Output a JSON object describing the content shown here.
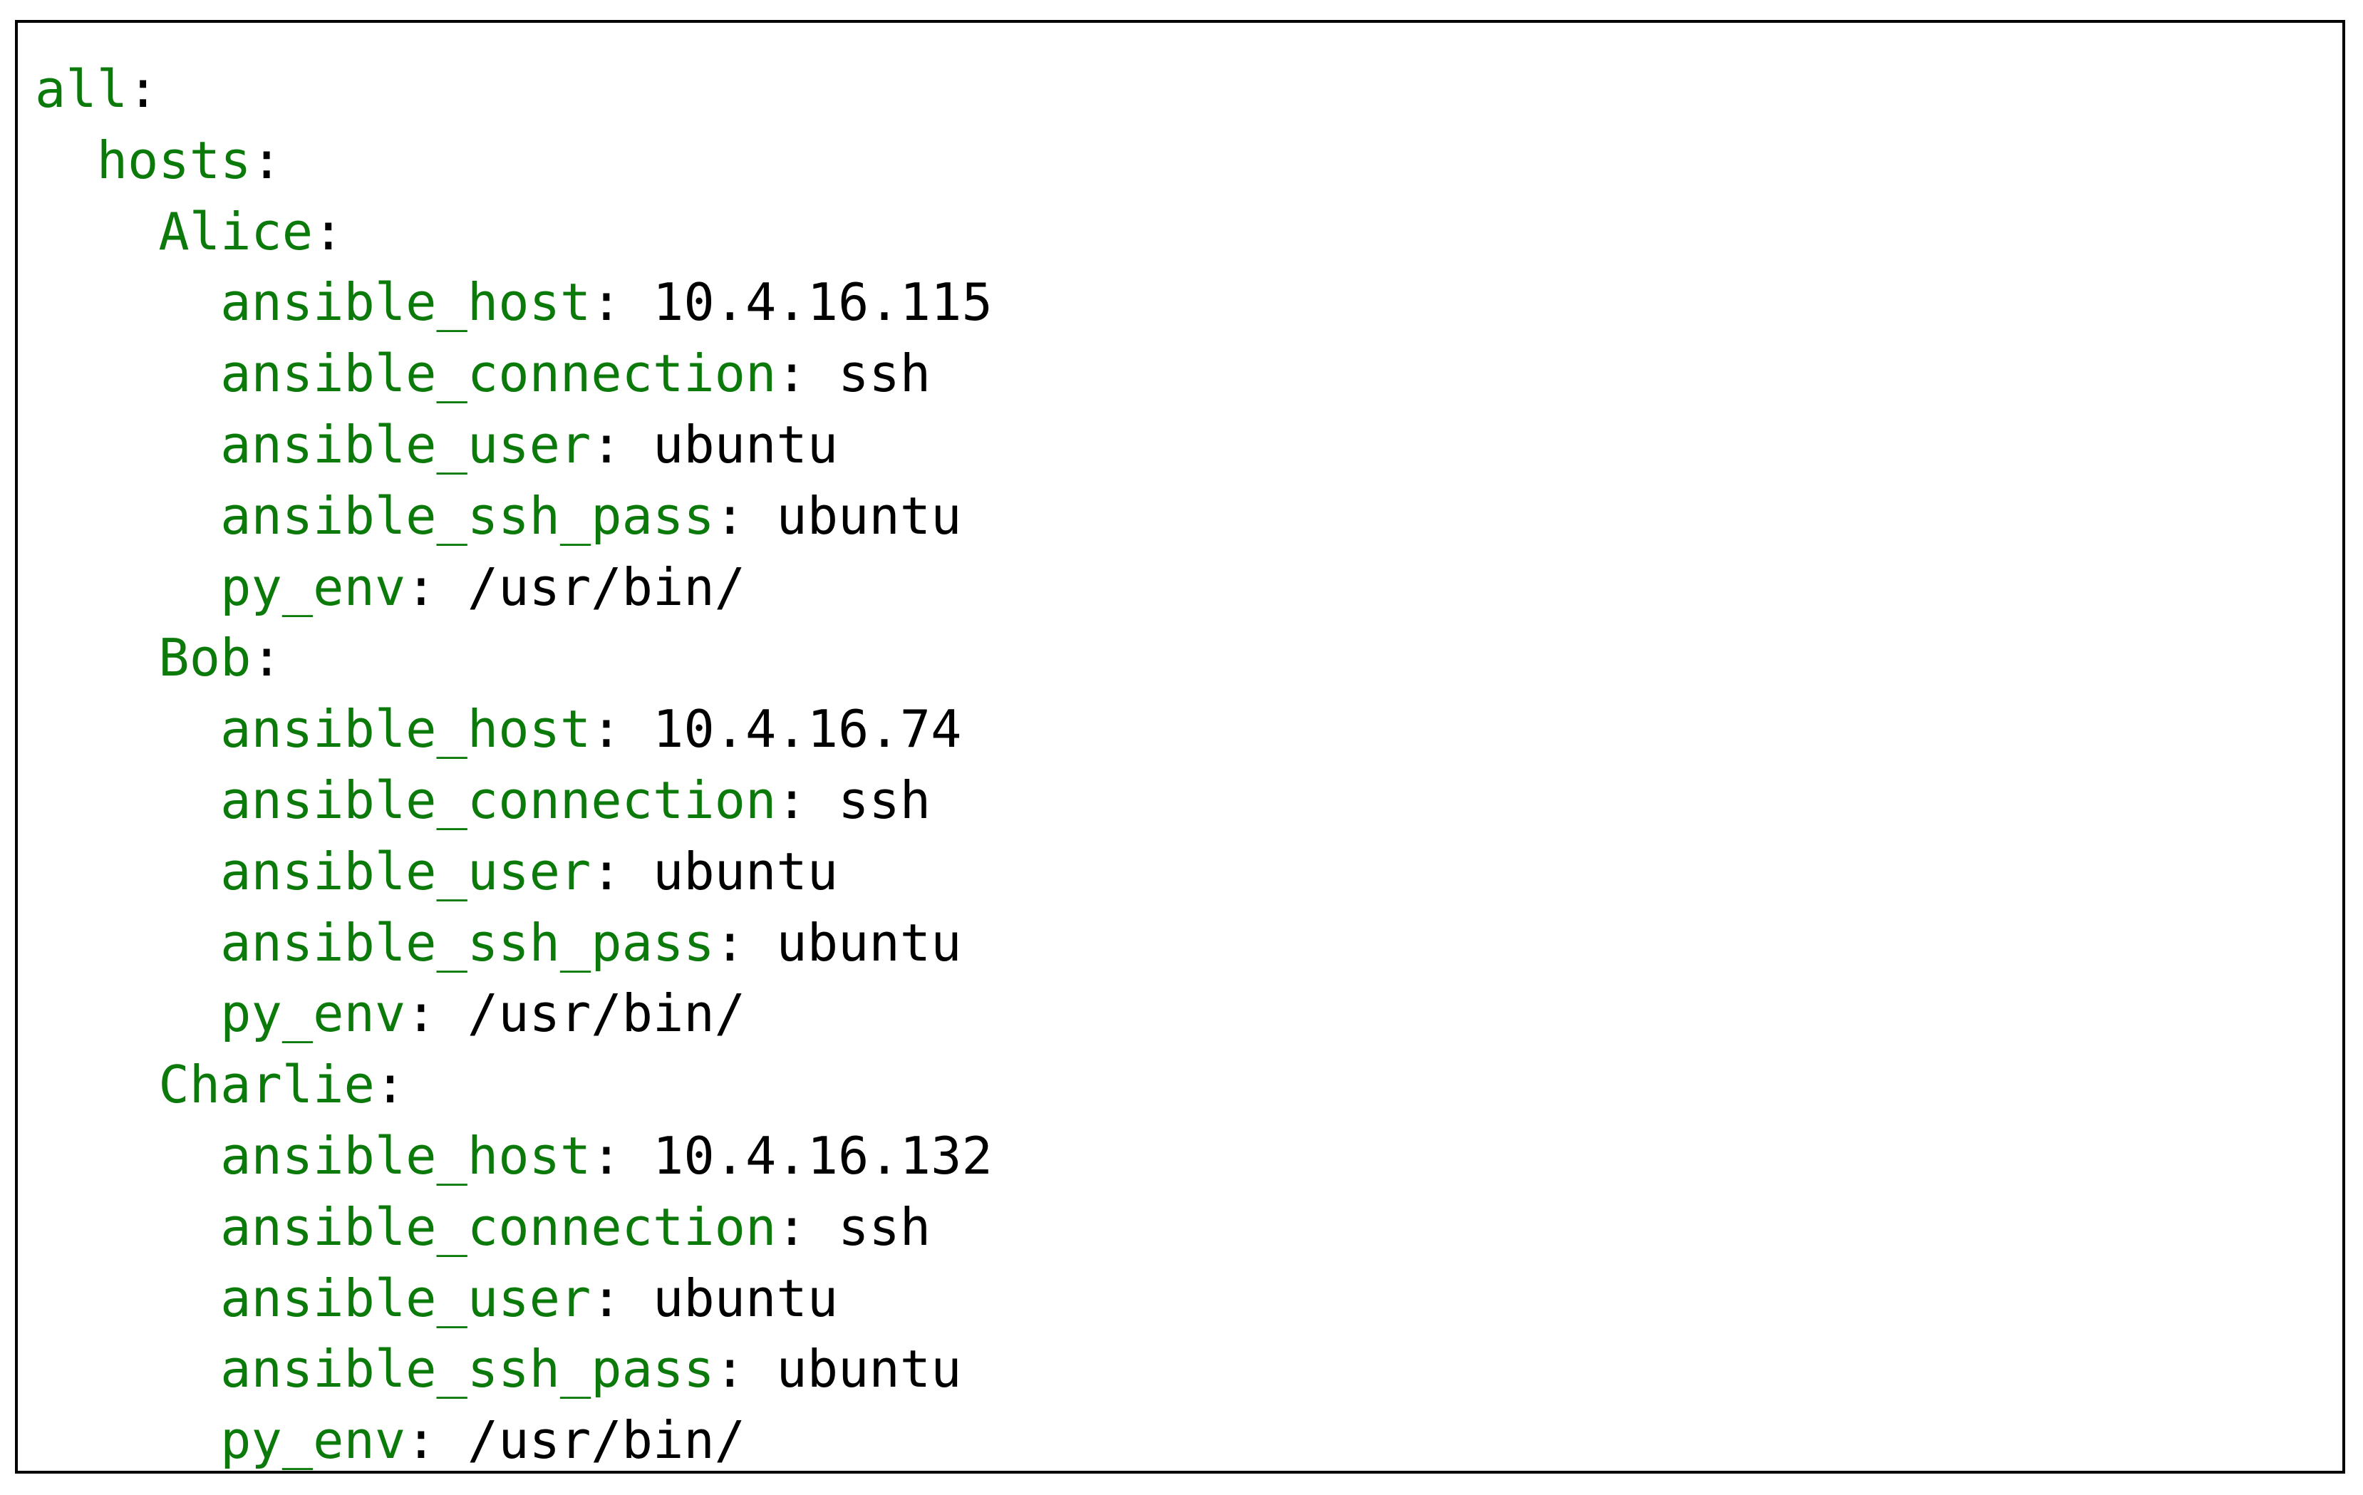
{
  "colors": {
    "key": "#0b7a0b",
    "text": "#000000",
    "border": "#000000",
    "background": "#ffffff"
  },
  "lines": [
    {
      "indent": 0,
      "key": "all",
      "value": ""
    },
    {
      "indent": 1,
      "key": "hosts",
      "value": ""
    },
    {
      "indent": 2,
      "key": "Alice",
      "value": ""
    },
    {
      "indent": 3,
      "key": "ansible_host",
      "value": "10.4.16.115"
    },
    {
      "indent": 3,
      "key": "ansible_connection",
      "value": "ssh"
    },
    {
      "indent": 3,
      "key": "ansible_user",
      "value": "ubuntu"
    },
    {
      "indent": 3,
      "key": "ansible_ssh_pass",
      "value": "ubuntu"
    },
    {
      "indent": 3,
      "key": "py_env",
      "value": "/usr/bin/"
    },
    {
      "indent": 2,
      "key": "Bob",
      "value": ""
    },
    {
      "indent": 3,
      "key": "ansible_host",
      "value": "10.4.16.74"
    },
    {
      "indent": 3,
      "key": "ansible_connection",
      "value": "ssh"
    },
    {
      "indent": 3,
      "key": "ansible_user",
      "value": "ubuntu"
    },
    {
      "indent": 3,
      "key": "ansible_ssh_pass",
      "value": "ubuntu"
    },
    {
      "indent": 3,
      "key": "py_env",
      "value": "/usr/bin/"
    },
    {
      "indent": 2,
      "key": "Charlie",
      "value": ""
    },
    {
      "indent": 3,
      "key": "ansible_host",
      "value": "10.4.16.132"
    },
    {
      "indent": 3,
      "key": "ansible_connection",
      "value": "ssh"
    },
    {
      "indent": 3,
      "key": "ansible_user",
      "value": "ubuntu"
    },
    {
      "indent": 3,
      "key": "ansible_ssh_pass",
      "value": "ubuntu"
    },
    {
      "indent": 3,
      "key": "py_env",
      "value": "/usr/bin/"
    }
  ]
}
